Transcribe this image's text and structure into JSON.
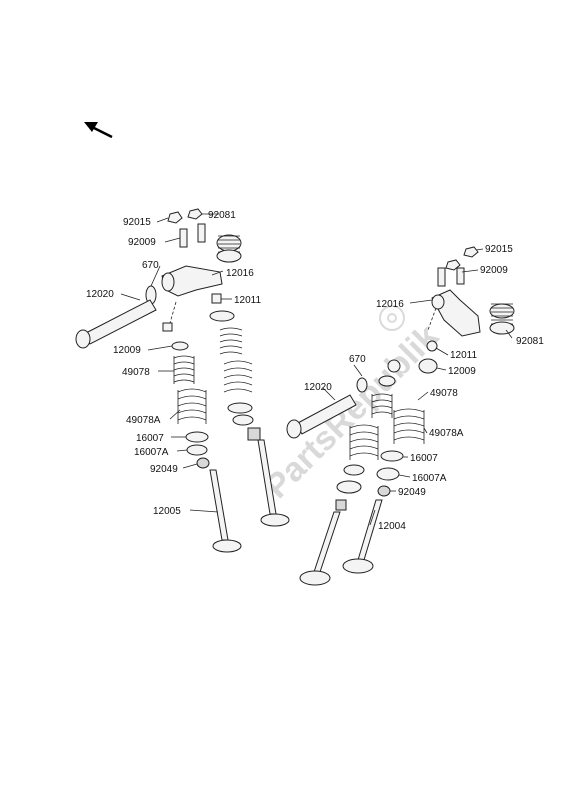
{
  "watermark": "PartsRepublik",
  "labels": {
    "l_92015": "92015",
    "l_92081": "92081",
    "l_92009": "92009",
    "l_670": "670",
    "l_12016": "12016",
    "l_12020": "12020",
    "l_12011": "12011",
    "l_12009": "12009",
    "l_49078": "49078",
    "l_49078A": "49078A",
    "l_16007": "16007",
    "l_16007A": "16007A",
    "l_92049": "92049",
    "l_12005": "12005",
    "r_92015": "92015",
    "r_92009": "92009",
    "r_12016": "12016",
    "r_92081": "92081",
    "r_670": "670",
    "r_12011": "12011",
    "r_12009": "12009",
    "r_12020": "12020",
    "r_49078": "49078",
    "r_49078A": "49078A",
    "r_16007": "16007",
    "r_16007A": "16007A",
    "r_92049": "92049",
    "r_12004": "12004"
  }
}
